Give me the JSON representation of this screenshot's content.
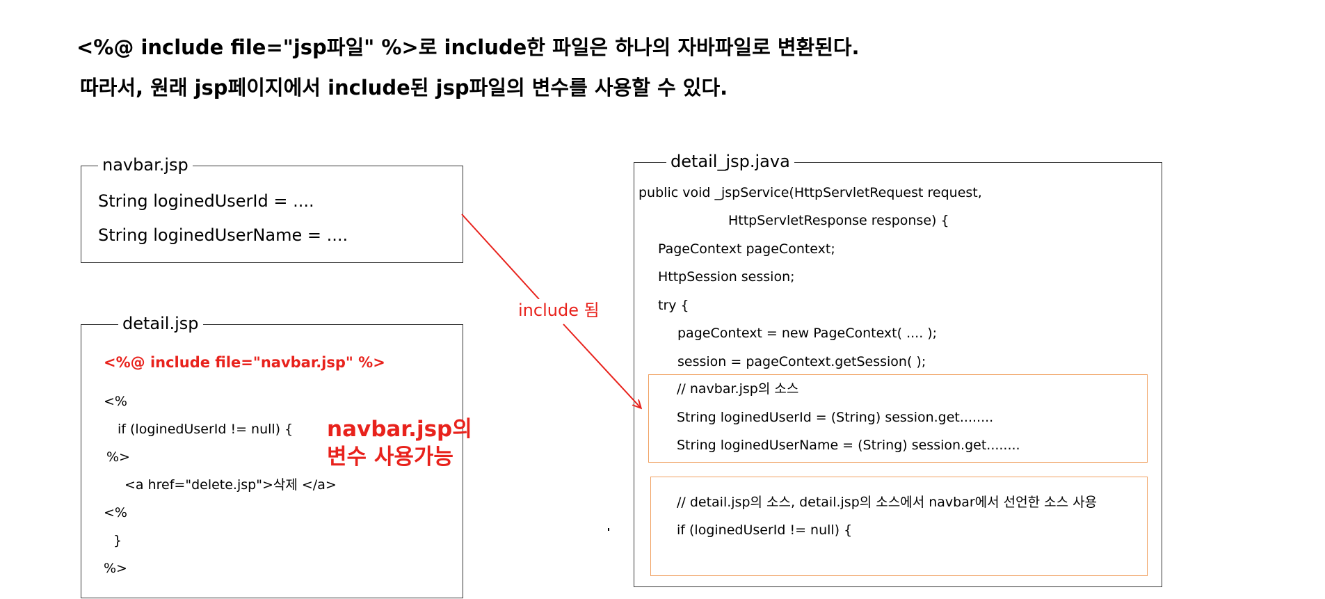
{
  "heading": {
    "line1": "<%@ include file=\"jsp파일\" %>로 include한 파일은 하나의 자바파일로 변환된다.",
    "line2": "따라서, 원래 jsp페이지에서 include된 jsp파일의 변수를 사용할 수 있다."
  },
  "navbar_box": {
    "title": "navbar.jsp",
    "lines": [
      "String loginedUserId = ....",
      "String loginedUserName = ...."
    ]
  },
  "detail_box": {
    "title": "detail.jsp",
    "directive": "<%@ include file=\"navbar.jsp\" %>",
    "lines": [
      "<%",
      "if (loginedUserId != null) {",
      "%>",
      "<a href=\"delete.jsp\">삭제 </a>",
      "<%",
      "}",
      "%>"
    ],
    "note_line1": "navbar.jsp의",
    "note_line2": "변수 사용가능"
  },
  "arrow": {
    "label": "include 됨",
    "color": "#e8221c"
  },
  "java_box": {
    "title": "detail_jsp.java",
    "lines": [
      "public void _jspService(HttpServletRequest request,",
      "HttpServletResponse response) {",
      "PageContext pageContext;",
      "HttpSession session;",
      "try {",
      "pageContext = new PageContext( .... );",
      "session = pageContext.getSession( );"
    ],
    "navbar_section": [
      "// navbar.jsp의 소스",
      "String loginedUserId = (String) session.get........",
      "String loginedUserName = (String) session.get........"
    ],
    "detail_section": [
      "// detail.jsp의 소스, detail.jsp의 소스에서 navbar에서 선언한 소스 사용",
      "if (loginedUserId != null) {"
    ]
  },
  "colors": {
    "accent_red": "#e8221c",
    "highlight_orange": "#f0a060",
    "border": "#333333"
  }
}
